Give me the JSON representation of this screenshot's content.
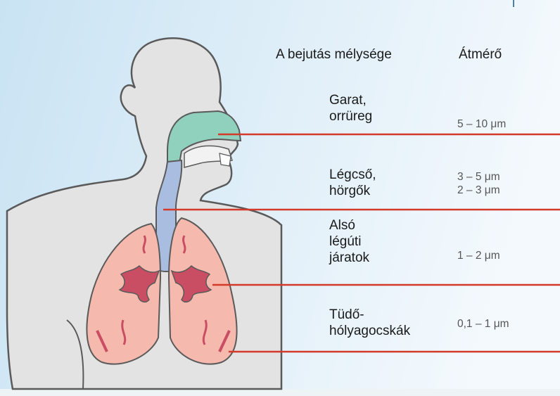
{
  "header": {
    "depth_label": "A bejutás mélysége",
    "diameter_label": "Átmérő"
  },
  "zones": [
    {
      "name_line1": "Garat,",
      "name_line2": "orrüreg",
      "diameter": "5 – 10 μm"
    },
    {
      "name_line1": "Légcső,",
      "name_line2": "hörgők",
      "diameter_1": "3 – 5 μm",
      "diameter_2": "2 – 3 μm"
    },
    {
      "name_line1": "Alsó",
      "name_line2": "légúti",
      "name_line3": "járatok",
      "diameter": "1 – 2 μm"
    },
    {
      "name_line1": "Tüdő-",
      "name_line2": "hólyagocskák",
      "diameter": "0,1 – 1 μm"
    }
  ],
  "colors": {
    "background_gradient_start": "#c9e3f3",
    "background_gradient_end": "#f4f9fd",
    "body_fill": "#e3e3e3",
    "body_outline": "#5a5a5a",
    "nasal_cavity": "#8fd1bc",
    "trachea": "#a9bde0",
    "lung_fill": "#f6b9ad",
    "bronchi": "#c94d63",
    "indicator_line": "#d43a2a"
  }
}
